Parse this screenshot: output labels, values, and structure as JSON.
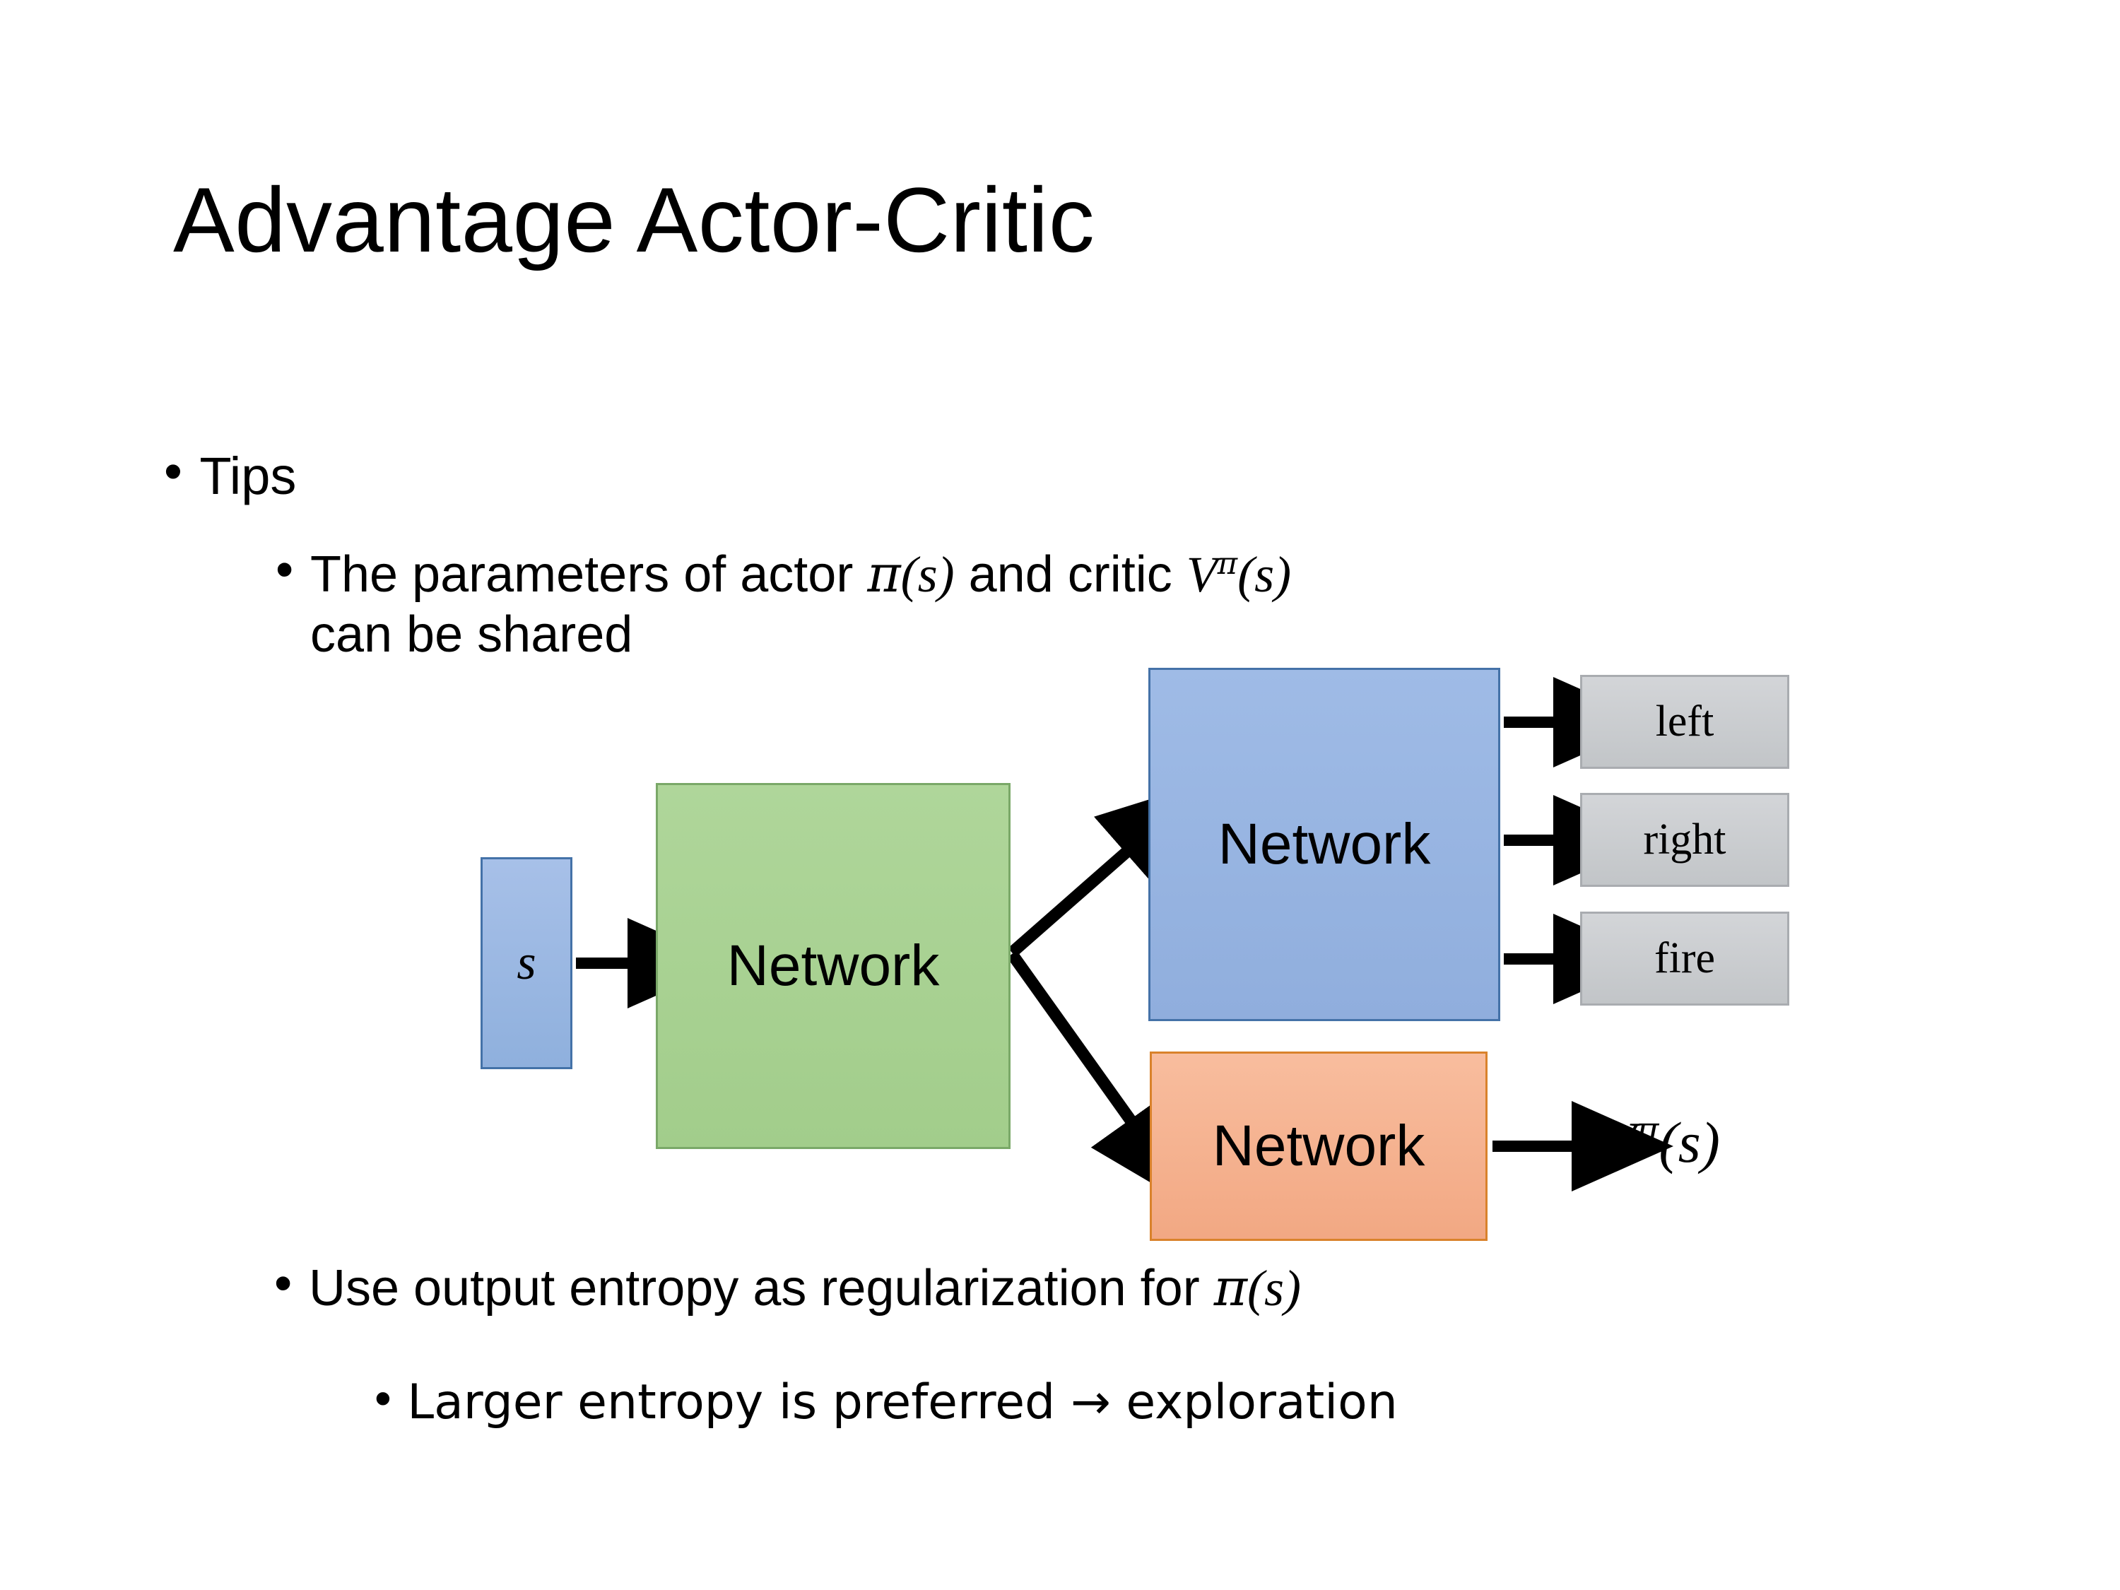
{
  "slide": {
    "title": "Advantage Actor-Critic",
    "background_color": "#ffffff",
    "text_color": "#000000"
  },
  "bullets": {
    "tips": "Tips",
    "shared_params": {
      "prefix": "The parameters of actor ",
      "actor_symbol": "π",
      "actor_arg": "(s)",
      "middle": "  and critic ",
      "critic_symbol": "V",
      "critic_superscript": "π",
      "critic_arg": "(s)",
      "line2": "can be shared"
    },
    "entropy": {
      "prefix": "Use output entropy as regularization for ",
      "symbol": "π",
      "arg": "(s)"
    },
    "larger_entropy": "Larger entropy is preferred → exploration",
    "bullet_glyph": "•"
  },
  "diagram": {
    "input_box": {
      "label": "s",
      "fill": "#95b3e0",
      "stroke": "#4472a8"
    },
    "shared_network": {
      "label": "Network",
      "fill": "#a9d18e",
      "stroke": "#7aa868"
    },
    "actor_network": {
      "label": "Network",
      "fill": "#95b3e0",
      "stroke": "#4472a8"
    },
    "critic_network": {
      "label": "Network",
      "fill": "#f4b183",
      "stroke": "#d9822b"
    },
    "action_outputs": [
      {
        "label": "left",
        "fill": "#c8cbce",
        "stroke": "#a9acb0"
      },
      {
        "label": "right",
        "fill": "#c8cbce",
        "stroke": "#a9acb0"
      },
      {
        "label": "fire",
        "fill": "#c8cbce",
        "stroke": "#a9acb0"
      }
    ],
    "value_output": {
      "symbol": "V",
      "superscript": "π",
      "arg": "(s)"
    },
    "arrow_color": "#000000"
  }
}
